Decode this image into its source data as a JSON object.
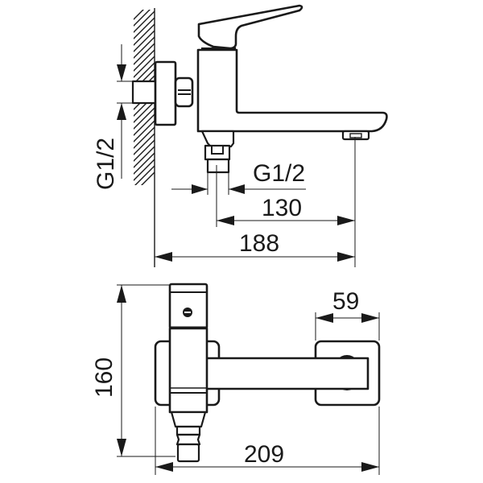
{
  "drawing": {
    "title": "Bath mixer dimensional drawing",
    "views": [
      "side-view",
      "top-view"
    ],
    "colors": {
      "line": "#1a1a1a",
      "background": "#ffffff"
    }
  },
  "side_view": {
    "dimensions": {
      "wall_connection_thread": "G1/2",
      "outlet_thread": "G1/2",
      "outlet_to_spout": "130",
      "wall_to_spout": "188"
    }
  },
  "top_view": {
    "dimensions": {
      "overall_depth": "160",
      "rosette_width": "59",
      "overall_length": "209"
    }
  }
}
